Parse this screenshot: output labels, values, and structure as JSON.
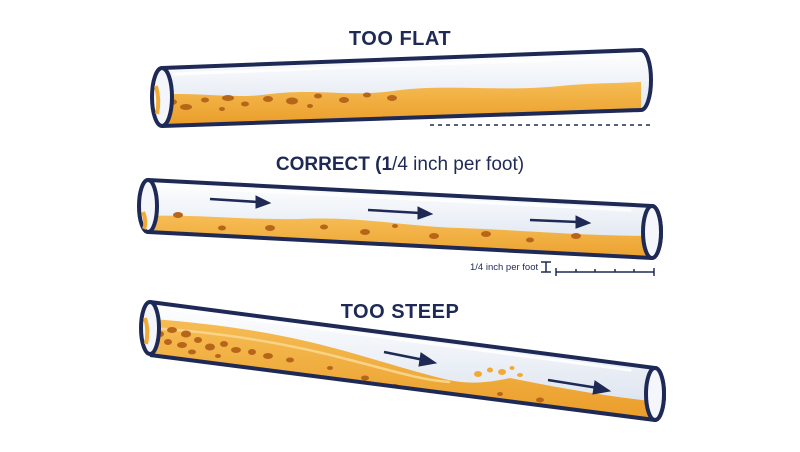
{
  "diagrams": [
    {
      "title": "TOO FLAT"
    },
    {
      "title_strong": "CORRECT (1",
      "title_rest": "/4 inch per foot)",
      "slope_label": "1/4 inch per foot"
    },
    {
      "title": "TOO STEEP"
    }
  ],
  "colors": {
    "pipe_outline": "#1e2a55",
    "pipe_glass": "#eef2f8",
    "water": "#f2aa35",
    "water_highlight": "#f7c66a",
    "debris": "#b8651c",
    "arrow": "#1e2a55"
  },
  "icons": [
    "flow-arrow-icon",
    "slope-bracket-icon",
    "debris-icon"
  ]
}
